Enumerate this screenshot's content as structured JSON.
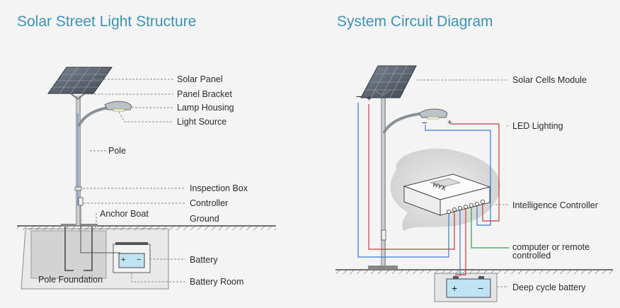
{
  "left_panel": {
    "title": "Solar Street Light Structure",
    "labels": {
      "solar_panel": "Solar Panel",
      "panel_bracket": "Panel Bracket",
      "lamp_housing": "Lamp Housing",
      "light_source": "Light Source",
      "pole": "Pole",
      "inspection_box": "Inspection Box",
      "controller": "Controller",
      "anchor_boat": "Anchor Boat",
      "ground": "Ground",
      "battery": "Battery",
      "pole_foundation": "Pole Foundation",
      "battery_room": "Battery Room"
    },
    "battery_plus": "+",
    "battery_minus": "−"
  },
  "right_panel": {
    "title": "System Circuit Diagram",
    "labels": {
      "solar_cells_module": "Solar Cells Module",
      "led_lighting": "LED Lighting",
      "intelligence_controller": "Intelligence Controller",
      "remote_line1": "computer or remote",
      "remote_line2": "controlled",
      "deep_cycle_battery": "Deep cycle battery"
    },
    "controller_brand": "HYX",
    "panel_minus": "−",
    "panel_plus": "+",
    "lamp_minus": "−",
    "lamp_plus": "+",
    "battery_plus": "+",
    "battery_minus": "−"
  },
  "colors": {
    "title": "#3b92b4",
    "wire_red": "#c83a3a",
    "wire_blue": "#3a7bd0",
    "wire_green": "#2e9a53",
    "wire_gray": "#666666"
  }
}
